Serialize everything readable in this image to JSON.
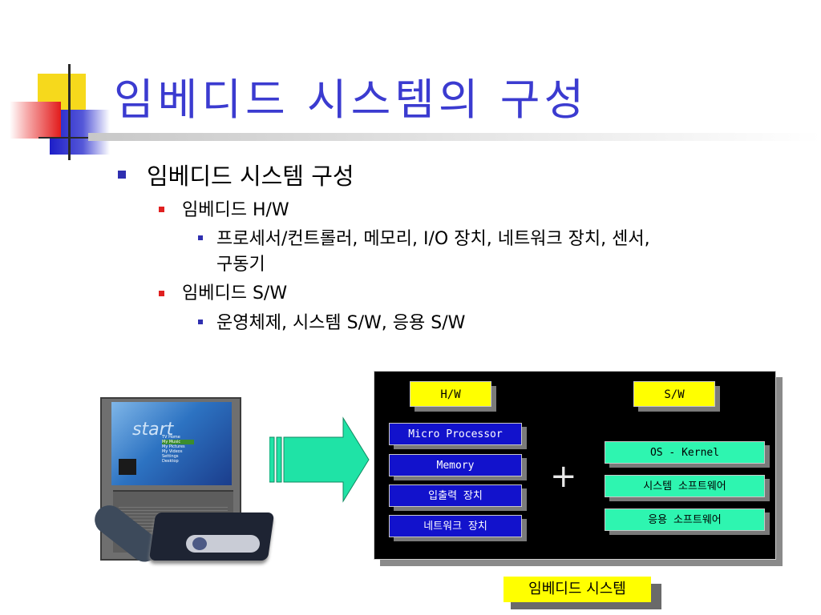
{
  "slide": {
    "title": "임베디드 시스템의 구성",
    "bullets": {
      "l1": "임베디드 시스템 구성",
      "hw": "임베디드 H/W",
      "hw_detail_line1": "프로세서/컨트롤러, 메모리,  I/O 장치, 네트워크 장치, 센서,",
      "hw_detail_line2": "구동기",
      "sw": "임베디드 S/W",
      "sw_detail": "운영체제, 시스템 S/W, 응용 S/W"
    }
  },
  "tv_screen": {
    "logo": "start",
    "menu": [
      "TV Home",
      "My Music",
      "My Pictures",
      "My Videos",
      "Settings",
      "Desktop"
    ]
  },
  "diagram": {
    "hw_header": "H/W",
    "sw_header": "S/W",
    "hw_items": [
      "Micro Processor",
      "Memory",
      "입출력 장치",
      "네트워크 장치"
    ],
    "sw_items": [
      "OS - Kernel",
      "시스템 소프트웨어",
      "응용 소프트웨어"
    ],
    "plus": "+",
    "system_label": "임베디드 시스템"
  },
  "colors": {
    "title": "#3b3bd0",
    "hw_box": "#1212cc",
    "sw_box": "#2ef5b0",
    "header": "#ffff00",
    "arrow": "#1fe3a6"
  }
}
